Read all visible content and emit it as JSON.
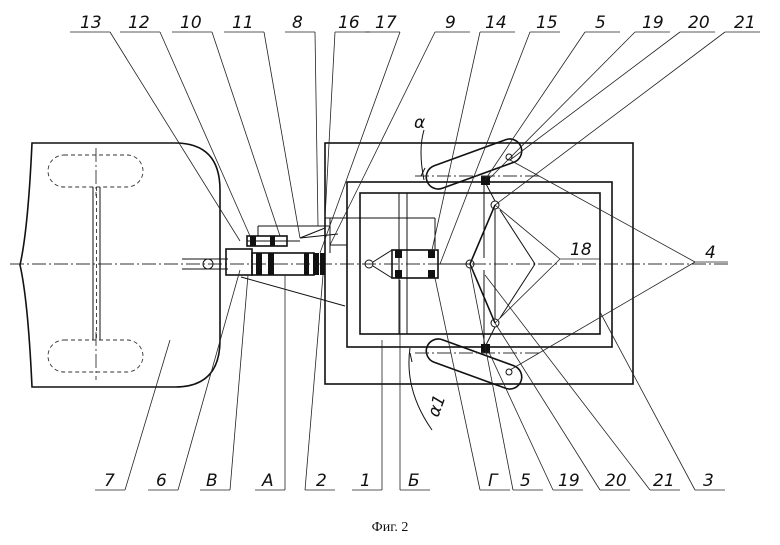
{
  "caption": "Фиг. 2",
  "top_labels": [
    "13",
    "12",
    "10",
    "11",
    "8",
    "16",
    "17",
    "9",
    "14",
    "15",
    "5",
    "19",
    "20",
    "21"
  ],
  "bottom_labels": [
    "7",
    "6",
    "В",
    "А",
    "2",
    "1",
    "Б",
    "Г",
    "5",
    "19",
    "20",
    "21",
    "3"
  ],
  "side_labels": {
    "label_4": "4",
    "label_18": "18",
    "angle_alpha": "α",
    "angle_alpha1": "α1"
  }
}
